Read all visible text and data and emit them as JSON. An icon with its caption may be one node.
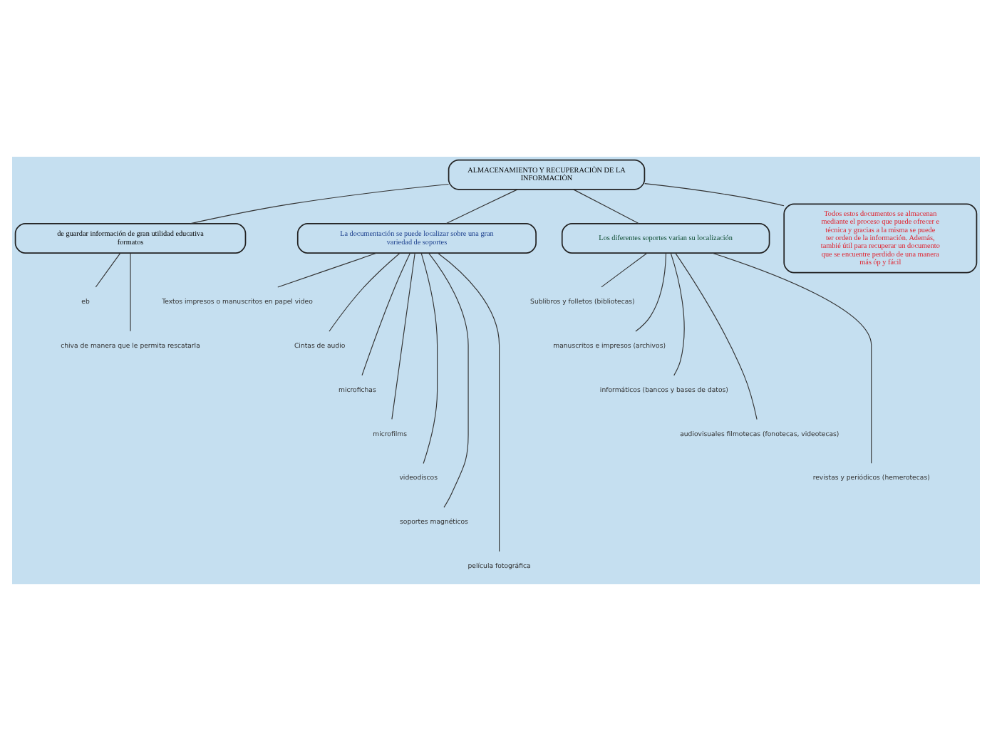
{
  "diagram": {
    "nodes": [
      {
        "text": [
          "ALMACENAMIENTO Y RECUPERACIÒN DE LA INFORMACIÒN"
        ]
      },
      {
        "text": [
          "de guardar información de gran utilidad educativa formatos"
        ]
      },
      {
        "text": [
          "eb"
        ]
      },
      {
        "text": [
          "chiva de manera que le permita rescatarla"
        ]
      },
      {
        "text": [
          "La documentación se puede localizar sobre una gran variedad de soportes"
        ]
      },
      {
        "text": [
          "Textos impresos o manuscritos en papel video"
        ]
      },
      {
        "text": [
          "Cintas de audio"
        ]
      },
      {
        "text": [
          "microfichas"
        ]
      },
      {
        "text": [
          "microfilms"
        ]
      },
      {
        "text": [
          "videodiscos"
        ]
      },
      {
        "text": [
          "soportes magnéticos"
        ]
      },
      {
        "text": [
          "película fotográfica"
        ]
      },
      {
        "text": [
          "Los diferentes soportes varian su localización"
        ]
      },
      {
        "text": [
          "Sublibros y folletos (bibliotecas)"
        ]
      },
      {
        "text": [
          "manuscritos e impresos (archivos)"
        ]
      },
      {
        "text": [
          "informáticos (bancos y bases de datos)"
        ]
      },
      {
        "text": [
          "audiovisuales filmotecas (fonotecas, videotecas)"
        ]
      },
      {
        "text": [
          "revistas y periódicos (hemerotecas)"
        ]
      },
      {
        "text": [
          "Todos estos documentos se almacenan mediante el proceso que puede ofrecer e técnica y gracias a la misma se puede ter orden de la información. Además, tambié útil para recuperar un documento que se encuentre perdido de una manera más óp y fácil"
        ]
      }
    ],
    "edges": [
      {
        "from": 0,
        "to": 1,
        "arrow": "none"
      },
      {
        "from": 0,
        "to": 4,
        "arrow": "none"
      },
      {
        "from": 0,
        "to": 12,
        "arrow": "none"
      },
      {
        "from": 0,
        "to": 18,
        "arrow": "none"
      },
      {
        "from": 1,
        "to": 2,
        "arrow": "none"
      },
      {
        "from": 1,
        "to": 3,
        "arrow": "none"
      },
      {
        "from": 4,
        "to": 5,
        "arrow": "none"
      },
      {
        "from": 4,
        "to": 6,
        "arrow": "none"
      },
      {
        "from": 4,
        "to": 7,
        "arrow": "none"
      },
      {
        "from": 4,
        "to": 8,
        "arrow": "none"
      },
      {
        "from": 4,
        "to": 9,
        "arrow": "none"
      },
      {
        "from": 4,
        "to": 10,
        "arrow": "none"
      },
      {
        "from": 4,
        "to": 11,
        "arrow": "none"
      },
      {
        "from": 12,
        "to": 13,
        "arrow": "none"
      },
      {
        "from": 12,
        "to": 14,
        "arrow": "none"
      },
      {
        "from": 12,
        "to": 15,
        "arrow": "none"
      },
      {
        "from": 12,
        "to": 16,
        "arrow": "none"
      },
      {
        "from": 12,
        "to": 17,
        "arrow": "none"
      }
    ]
  }
}
